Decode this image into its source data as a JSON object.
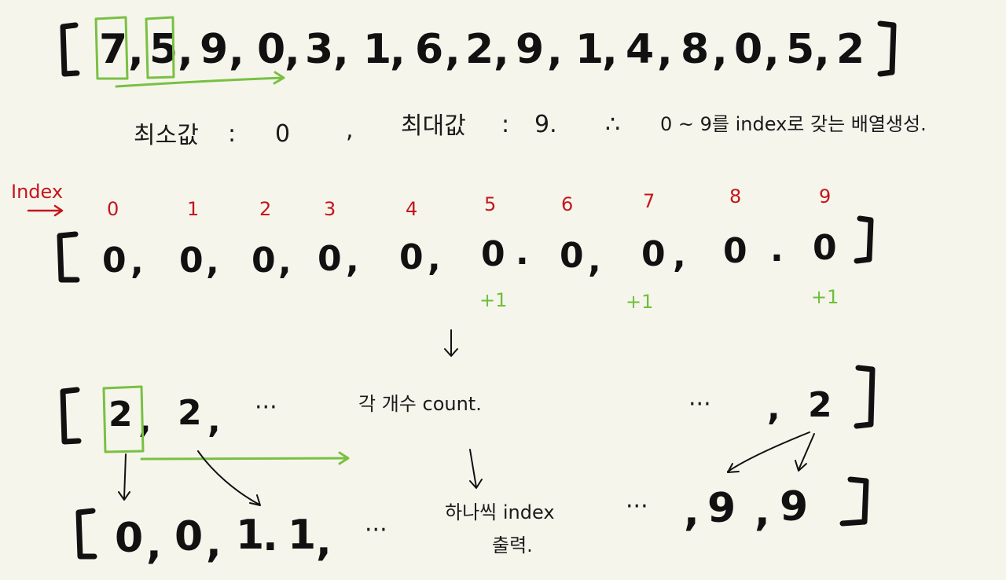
{
  "input_array": [
    "7",
    "5",
    "9",
    "0",
    "3",
    "1",
    "6",
    "2",
    "9",
    "1",
    "4",
    "8",
    "0",
    "5",
    "2"
  ],
  "range_note": {
    "min_label": "최소값",
    "min_sep": ":",
    "min_value": "0",
    "comma": ",",
    "max_label": "최대값",
    "max_sep": ":",
    "max_value": "9.",
    "therefore": "∴",
    "range_text": "0 ~ 9를 index로 갖는 배열생성."
  },
  "index_label": "Index",
  "indices": [
    "0",
    "1",
    "2",
    "3",
    "4",
    "5",
    "6",
    "7",
    "8",
    "9"
  ],
  "zero_array": [
    "0",
    "0",
    "0",
    "0",
    "0",
    "0",
    "0",
    "0",
    "0",
    "0"
  ],
  "plus_one": [
    "+1",
    "+1",
    "+1"
  ],
  "count_array": {
    "first": "2",
    "second": "2",
    "ellipsis": "···",
    "tail_ellipsis": "···",
    "last": "2"
  },
  "count_note": "각 개수 count.",
  "output_note_line1": "하나씩 index",
  "output_note_line2": "출력.",
  "output_array": {
    "items": [
      "0",
      "0",
      "1",
      "1"
    ],
    "ellipsis": "···",
    "tail_ellipsis": "···",
    "tail": [
      "9",
      "9"
    ]
  }
}
